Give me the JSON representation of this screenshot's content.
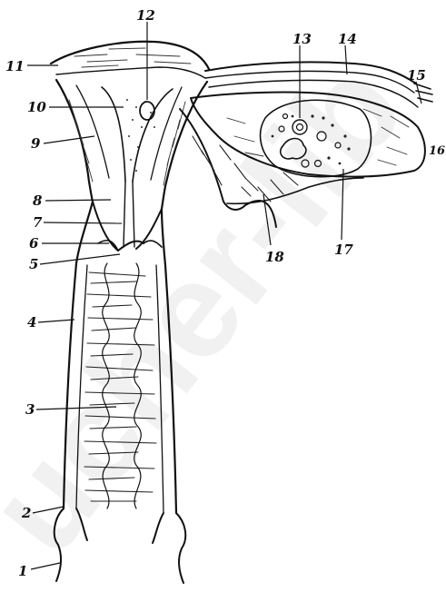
{
  "figure": {
    "watermark": "ucher-lib",
    "labels": [
      "1",
      "2",
      "3",
      "4",
      "5",
      "6",
      "7",
      "8",
      "9",
      "10",
      "11",
      "12",
      "13",
      "14",
      "15",
      "16",
      "17",
      "18"
    ]
  }
}
